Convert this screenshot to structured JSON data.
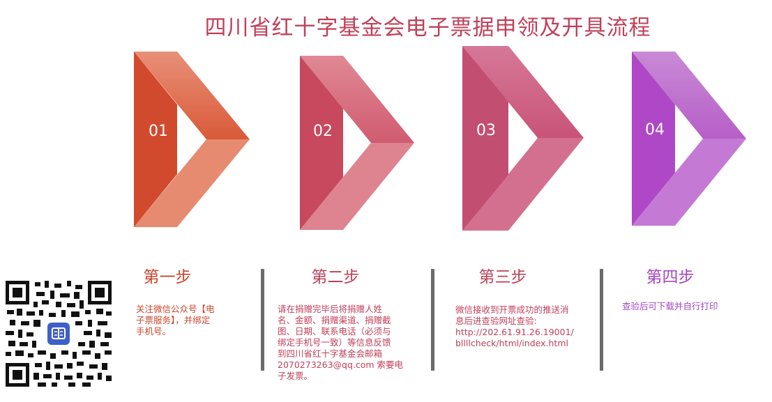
{
  "title": "四川省红十字基金会电子票据申领及开具流程",
  "steps": [
    {
      "num": "01",
      "name": "第一步",
      "text": "关注微信公众号【电\n子票服务】，并绑定\n手机号。"
    },
    {
      "num": "02",
      "name": "第二步",
      "text": "请在捐赠完毕后将捐赠人姓\n名、金额、捐赠渠道、捐赠截\n图、日期、联系电话（必须与\n绑定手机号一致）等信息反馈\n到四川省红十字基金会邮箱\n2070273263@qq.com 索要电\n子发票。"
    },
    {
      "num": "03",
      "name": "第三步",
      "text": "微信接收到开票成功的推送消\n息后进查验网址查验:\nhttp://202.61.91.26.19001/\nbllllcheck/html/index.html"
    },
    {
      "num": "04",
      "name": "第四步",
      "text": "查验后可下载并自行打印"
    }
  ],
  "colors": {
    "title": "#c0405a",
    "step1": "#c8452c",
    "step2": "#c0405a",
    "step3": "#c0405a",
    "step4": "#a547c0"
  },
  "qr": {
    "icon": "qr-code-icon"
  }
}
